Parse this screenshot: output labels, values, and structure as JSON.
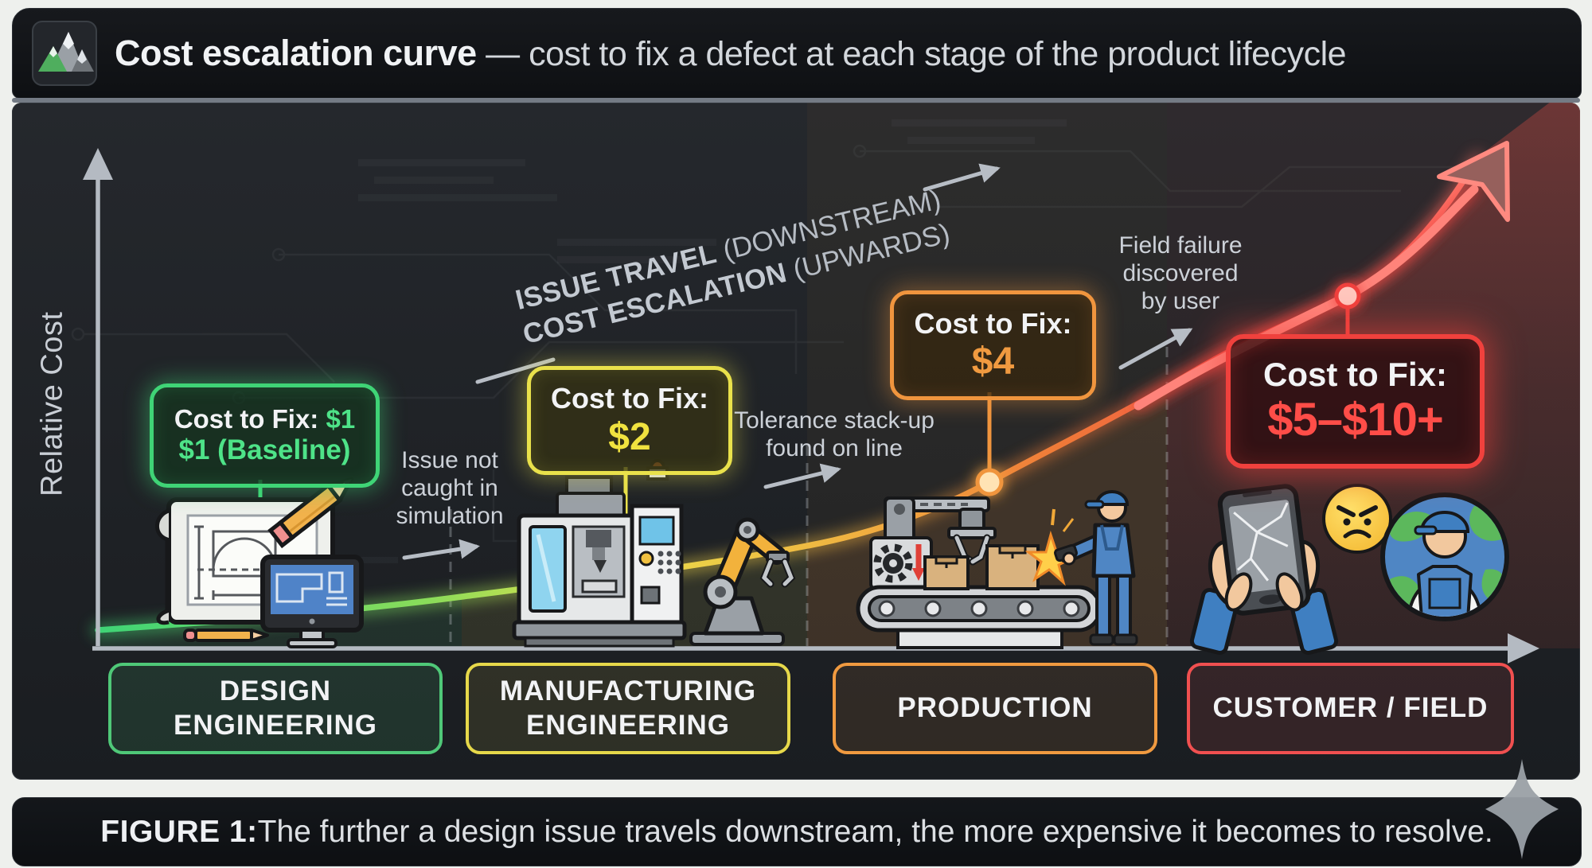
{
  "title": {
    "bold": "Cost escalation curve",
    "rest": " — cost to fix a defect at each stage of the product lifecycle"
  },
  "y_axis_label": "Relative Cost",
  "diagonal_annotation": {
    "line1_bold": "ISSUE TRAVEL",
    "line1_rest": " (DOWNSTREAM)",
    "line2_bold": "COST ESCALATION",
    "line2_rest": " (UPWARDS)"
  },
  "callouts": [
    {
      "stage": "design",
      "prefix": "Cost to Fix:",
      "inline_value": " $1",
      "big_value": "$1 (Baseline)",
      "accent": "#3fd476"
    },
    {
      "stage": "manufacturing",
      "prefix": "Cost to Fix:",
      "inline_value": "",
      "big_value": "$2",
      "accent": "#e9e14b"
    },
    {
      "stage": "production",
      "prefix": "Cost to Fix:",
      "inline_value": "",
      "big_value": "$4",
      "accent": "#f0953e"
    },
    {
      "stage": "customer",
      "prefix": "Cost to Fix:",
      "inline_value": "",
      "big_value": "$5–$10+",
      "accent": "#f0413d"
    }
  ],
  "annotations": [
    {
      "lines": [
        "Issue not",
        "caught in",
        "simulation"
      ]
    },
    {
      "lines": [
        "Tolerance stack-up",
        "found on line"
      ]
    },
    {
      "lines": [
        "Field failure",
        "discovered",
        "by user"
      ]
    }
  ],
  "stages": [
    {
      "lines": [
        "DESIGN",
        "ENGINEERING"
      ],
      "accent": "#4fc878"
    },
    {
      "lines": [
        "MANUFACTURING",
        "ENGINEERING"
      ],
      "accent": "#e6d84a"
    },
    {
      "lines": [
        "PRODUCTION",
        ""
      ],
      "accent": "#f09a40"
    },
    {
      "lines": [
        "CUSTOMER / FIELD",
        ""
      ],
      "accent": "#f05050"
    }
  ],
  "caption": {
    "bold": "FIGURE 1:",
    "rest": " The further a design issue travels downstream, the more expensive it becomes to resolve."
  },
  "icons": [
    "mountain-logo",
    "y-axis-arrow",
    "x-axis-arrow",
    "blueprint",
    "pencil",
    "drafting-monitor",
    "cnc-machine",
    "robot-arm",
    "overhead-gripper",
    "gear-down-arrow",
    "conveyor-belt",
    "cardboard-boxes",
    "welding-spark",
    "welding-worker",
    "cracked-phone-hands",
    "angry-emoji",
    "globe-technician",
    "sparkle"
  ],
  "chart_data": {
    "type": "line",
    "categories": [
      "Design Engineering",
      "Manufacturing Engineering",
      "Production",
      "Customer / Field"
    ],
    "values": [
      1,
      2,
      4,
      7.5
    ],
    "value_labels": [
      "$1 (Baseline)",
      "$2",
      "$4",
      "$5–$10+"
    ],
    "title": "Cost escalation curve — cost to fix a defect at each stage of the product lifecycle",
    "xlabel": "",
    "ylabel": "Relative Cost",
    "ylim": [
      "low",
      "high (relative, unlabeled)"
    ],
    "grid": false,
    "legend": false,
    "curve_style": "exponential glowing curve colored green → yellow → orange → red, ending in a large red arrow pointing to the top-right",
    "segment_colors": [
      "#3fd476",
      "#e9e14b",
      "#f0953e",
      "#f0413d"
    ]
  }
}
